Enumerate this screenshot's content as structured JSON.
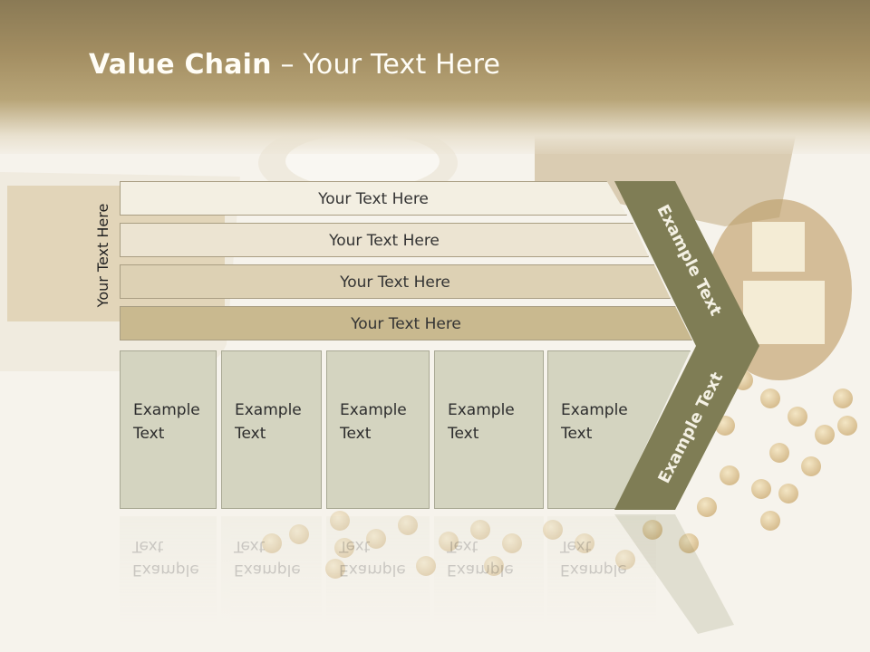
{
  "title": {
    "bold": "Value Chain",
    "rest": " – Your Text Here"
  },
  "side_label": "Your Text Here",
  "rows": [
    "Your Text Here",
    "Your Text Here",
    "Your Text Here",
    "Your Text Here"
  ],
  "cells": [
    {
      "line1": "Example",
      "line2": "Text"
    },
    {
      "line1": "Example",
      "line2": "Text"
    },
    {
      "line1": "Example",
      "line2": "Text"
    },
    {
      "line1": "Example",
      "line2": "Text"
    },
    {
      "line1": "Example",
      "line2": "Text"
    }
  ],
  "chevron": {
    "upper": "Example Text",
    "lower": "Example Text"
  },
  "colors": {
    "chevron": "#7f7d55",
    "row1": "#f3efe2",
    "row2": "#ece4d2",
    "row3": "#ddd1b4",
    "row4": "#c9b98f",
    "cell": "#d4d4c0"
  }
}
